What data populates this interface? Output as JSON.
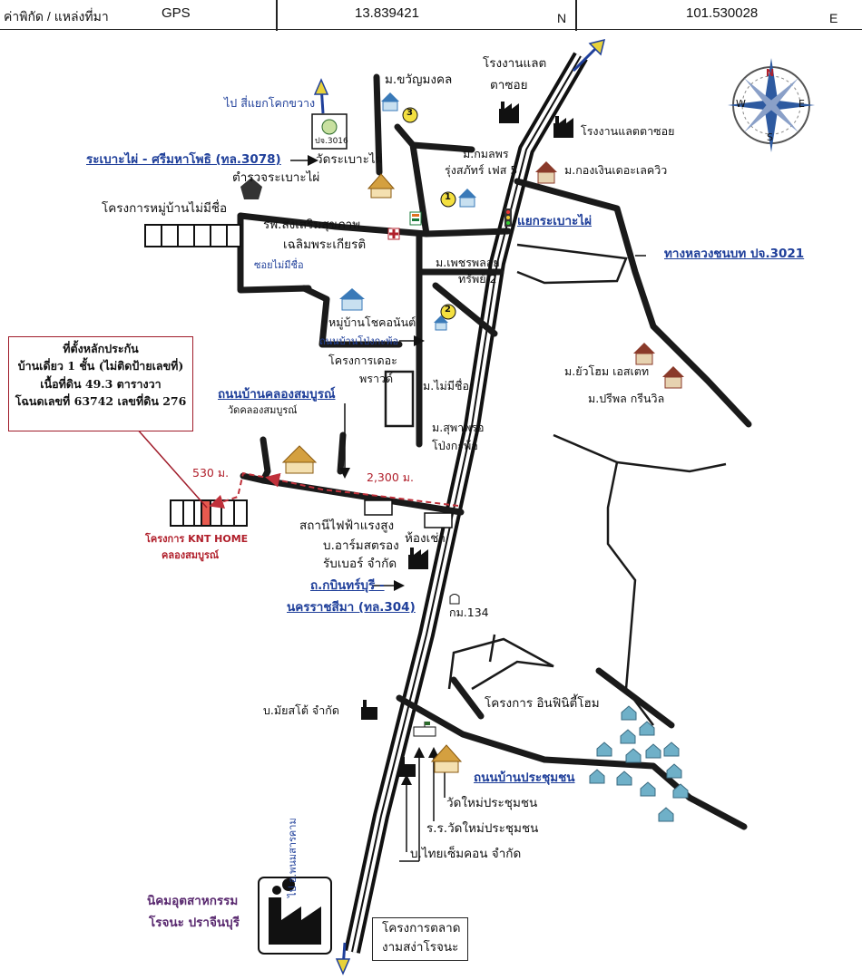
{
  "header": {
    "coord_label": "ค่าพิกัด / แหล่งที่มา",
    "source": "GPS",
    "latitude": "13.839421",
    "lat_suffix": "N",
    "longitude": "101.530028",
    "lon_suffix": "E"
  },
  "compass": {
    "n": "N",
    "s": "S",
    "e": "E",
    "w": "W"
  },
  "info_box": {
    "title": "ที่ตั้งหลักประกัน",
    "line1": "บ้านเดี่ยว 1 ชั้น (ไม่ติดป้ายเลขที่)",
    "line2": "เนื้อที่ดิน 49.3 ตารางวา",
    "line3": "โฉนดเลขที่ 63742 เลขที่ดิน 276"
  },
  "labels": {
    "factory_top": "โรงงานแลต",
    "factory_top2": "ตาซอย",
    "factory_right": "โรงงานแลตตาซอย",
    "kong_ngern": "ม.กองเงินเดอะเลควิว",
    "kwanmongkol": "ม.ขวัญมงคล",
    "kamonporn1": "ม.กมลพร",
    "kamonporn2": "รุ่งสภัทร์ เฟส 5",
    "to_sikok": "ไป สี่แยกโคกขวาง",
    "route3016": "ปจ.3016",
    "road3078": "ระเบาะไผ่ - ศรีมหาโพธิ (ทล.3078)",
    "temple_rabopai": "วัดระเบาะไผ่",
    "police": "ตำรวจระเบาะไผ่",
    "unnamed_project": "โครงการหมู่บ้านไม่มีชื่อ",
    "hospital1": "รพ.ส่งเสริมสุขภาพ",
    "hospital2": "เฉลิมพระเกียรติ",
    "junction": "แยกระเบาะไผ่",
    "rural_road": "ทางหลวงชนบท ปจ.3021",
    "soi_unnamed": "ซอยไม่มีชื่อ",
    "petchpoi1": "ม.เพชรพลอย",
    "petchpoi2": "ทรัพย์ 2",
    "chokanan": "หมู่บ้านโชคอนันต์",
    "rd_pongkapo": "ถนนบ้านโป่งกะพ้อ",
    "the_prowd1": "โครงการเดอะ",
    "the_prowd2": "พราวด์",
    "mai_mi_chue": "ม.ไม่มีชื่อ",
    "yuahom": "ม.ยัวโฮม เอสเตท",
    "preepon": "ม.ปรีพล กรีนวิล",
    "supaporn1": "ม.สุพาพรอ",
    "supaporn2": "โป่งกะพ้อ",
    "rd_klongsomboon": "ถนนบ้านคลองสมบูรณ์",
    "temple_klong": "วัดคลองสมบูรณ์",
    "dist_530": "530 ม.",
    "dist_2300": "2,300 ม.",
    "knt1": "โครงการ KNT HOME",
    "knt2": "คลองสมบูรณ์",
    "substation": "สถานีไฟฟ้าแรงสูง",
    "rental": "ห้องเช่า",
    "rubber1": "บ.อาร์มสตรอง",
    "rubber2": "รับเบอร์ จำกัด",
    "hw304_1": "ถ.กบินทร์บุรี -",
    "hw304_2": "นครราชสีมา (ทล.304)",
    "km134": "กม.134",
    "infinity": "โครงการ อินฟินิตี้โฮม",
    "maisto": "บ.มัยสโต้ จำกัด",
    "rd_prachumchon": "ถนนบ้านประชุมชน",
    "temple_prachum": "วัดใหม่ประชุมชน",
    "school": "ร.ร.วัดใหม่ประชุมชน",
    "thaicem": "บ.ไทยเซ็มคอน จำกัด",
    "estate1": "นิคมอุตสาหกรรม",
    "estate2": "โรจนะ ปราจีนบุรี",
    "to_phanom": "ไป อ.พนมสารคาม",
    "market1": "โครงการตลาด",
    "market2": "งามสง่าโรจนะ"
  },
  "markers": {
    "m1": "1",
    "m2": "2",
    "m3": "3"
  },
  "colors": {
    "road": "#1a1a1a",
    "accent_blue": "#1f3f9a",
    "accent_red": "#b01e2a",
    "route_dash": "#c0303a"
  }
}
